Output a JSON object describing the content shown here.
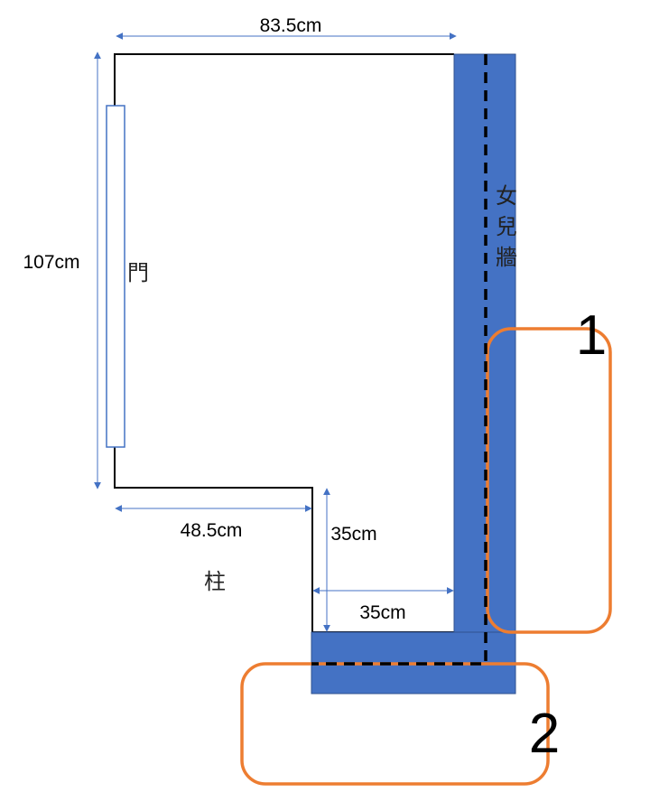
{
  "colors": {
    "wall": "#4472C4",
    "highlight": "#ED7D31",
    "dimension": "#4472C4",
    "outline": "#000000"
  },
  "dimensions": {
    "top_width": "83.5cm",
    "left_height": "107cm",
    "bottom_left_width": "48.5cm",
    "pillar_height": "35cm",
    "pillar_width": "35cm"
  },
  "labels": {
    "door": "門",
    "pillar": "柱",
    "parapet": [
      "女",
      "兒",
      "牆"
    ]
  },
  "regions": [
    {
      "label": "1"
    },
    {
      "label": "2"
    }
  ]
}
